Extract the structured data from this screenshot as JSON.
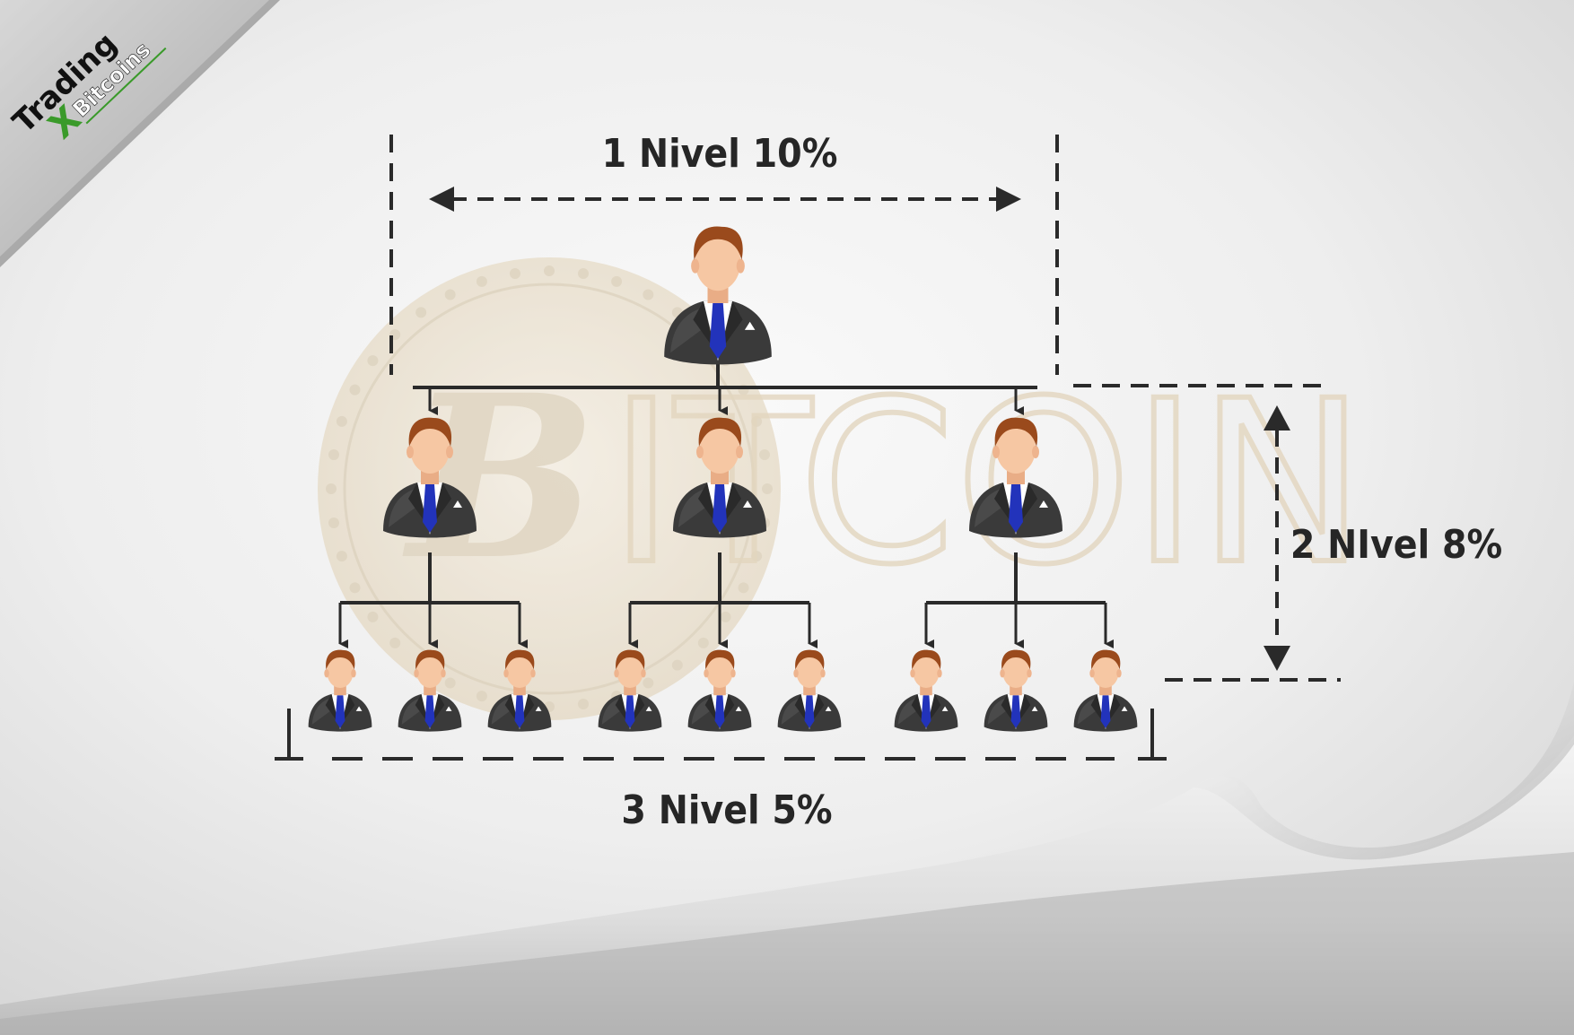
{
  "logo": {
    "line1": "Trading",
    "line2": "Bitcoins",
    "mark": "X",
    "accent_color": "#3a9a2a"
  },
  "watermark": {
    "text": "Bitcoin",
    "glyph": "B",
    "color": "#e6d9c2"
  },
  "levels": {
    "level1": "1 Nivel 10%",
    "level2": "2 NIvel 8%",
    "level3": "3 Nivel 5%"
  },
  "tree": {
    "root_count": 1,
    "level1_count": 3,
    "level2_per_parent": 3
  },
  "colors": {
    "line": "#2a2a2a",
    "background": "#efefef",
    "suit": "#3a3a3a",
    "tie": "#2233bb",
    "skin": "#f6c7a3",
    "hair": "#9a4a1c"
  },
  "icons": [
    "businessman-icon",
    "arrow-down-icon",
    "double-arrow-icon",
    "bitcoin-coin-icon",
    "page-curl-icon"
  ]
}
